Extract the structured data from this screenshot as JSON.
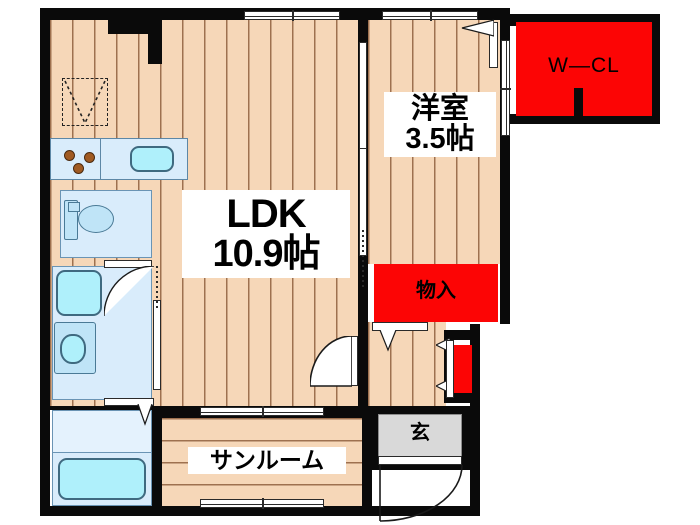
{
  "document": {
    "type": "floor-plan",
    "title": "1LDK apartment floor plan",
    "orientation": "plan-view"
  },
  "palette": {
    "wall": "#0a0a0a",
    "floor_wood": "#f6d7b8",
    "plank_line": "#784623",
    "closet_red": "#fc0505",
    "water_fixture": "#d9ecfb",
    "fixture_accent": "#aff0fb",
    "genkan_gray": "#d9d9d9",
    "background": "#ffffff"
  },
  "rooms": {
    "ldk": {
      "name": "LDK",
      "area_label": "10.9帖",
      "floor": "wood"
    },
    "bedroom": {
      "name": "洋室",
      "area_label": "3.5帖",
      "floor": "wood"
    },
    "walk_in_closet": {
      "name": "W—CL",
      "floor": "closet"
    },
    "storage": {
      "name": "物入",
      "floor": "closet"
    },
    "entrance": {
      "name": "玄",
      "floor": "tile"
    },
    "sunroom": {
      "name": "サンルーム",
      "floor": "wood"
    },
    "hall": {
      "name": "hallway",
      "floor": "wood"
    }
  },
  "fixtures": {
    "kitchen": {
      "name": "kitchen-counter",
      "stove": "3-burner-stove",
      "burner_count": 3,
      "sink": "kitchen-sink",
      "range_hood": "range-hood"
    },
    "toilet": {
      "name": "toilet",
      "tank": "toilet-tank"
    },
    "washer": {
      "name": "washing-machine-pan"
    },
    "vanity": {
      "name": "wash-basin"
    },
    "bath": {
      "name": "bathtub"
    },
    "closet_small": {
      "name": "small-closet"
    }
  },
  "openings": {
    "window_top_left": "sliding-window",
    "window_top_right": "sliding-window",
    "window_bedroom_right": "sliding-window",
    "window_sunroom_top": "sliding-window",
    "window_sunroom_bottom": "sliding-window",
    "door_entrance": "hinged-entry-door",
    "door_ldk": "hinged-door",
    "door_bedroom": "hinged-door",
    "door_hall_small": "hinged-door",
    "partition_ldk_bedroom": "sliding-partition",
    "door_washroom": "sliding-door",
    "door_toilet": "hinged-door",
    "door_storage": "sliding-closet-door"
  }
}
